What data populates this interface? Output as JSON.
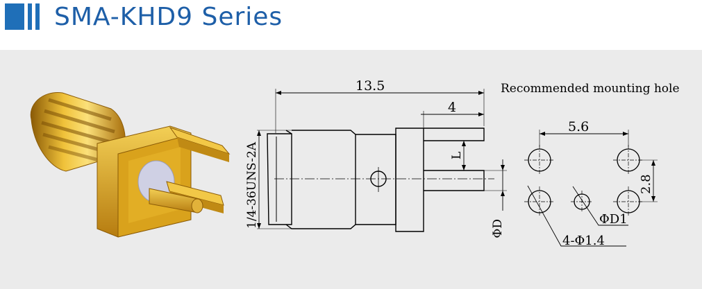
{
  "header": {
    "title": "SMA-KHD9 Series",
    "accent_color": "#1f6fb8",
    "title_color": "#1e5fa8"
  },
  "panel": {
    "background": "#ebebeb"
  },
  "product_image": {
    "icon": "sma-connector-3d-render",
    "color": "#d9a21c"
  },
  "side_view": {
    "overall_length": "13.5",
    "pin_length": "4",
    "pin_offset": "L",
    "thread_spec": "1/4-36UNS-2A",
    "pin_diameter": "ΦD"
  },
  "mounting": {
    "title": "Recommended mounting hole",
    "horizontal_spacing": "5.6",
    "vertical_spacing": "2.8",
    "center_hole": "ΦD1",
    "ground_holes": "4-Φ1.4"
  }
}
